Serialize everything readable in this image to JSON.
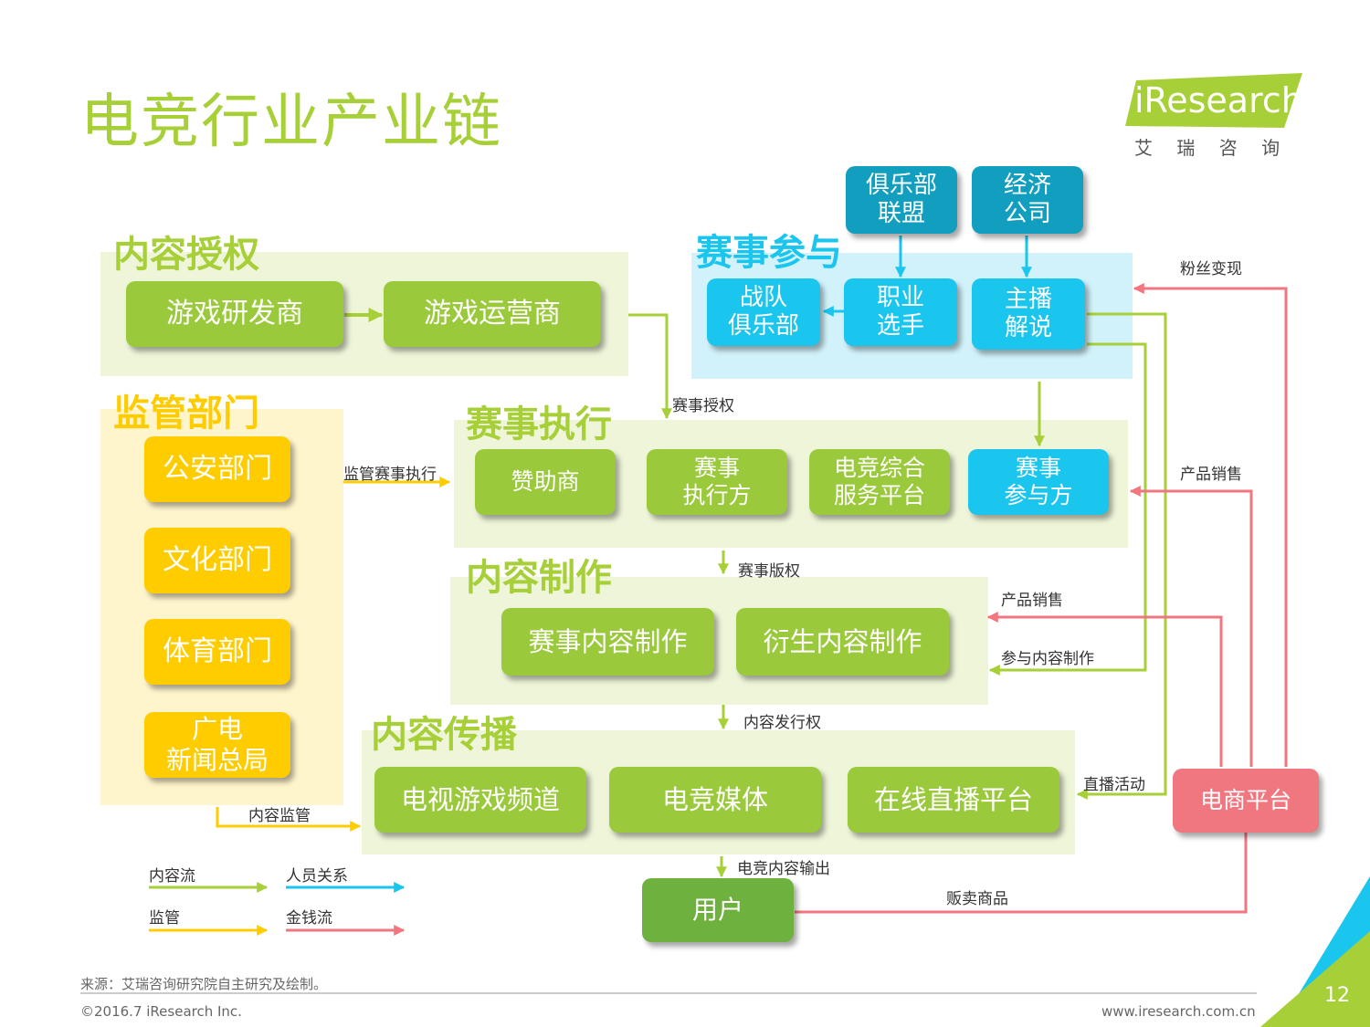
{
  "title": "电竞行业产业链",
  "logo": {
    "brand": "iResearch",
    "subtitle": "艾 瑞 咨 询"
  },
  "sections": {
    "content_license": "内容授权",
    "regulation": "监管部门",
    "event_participation": "赛事参与",
    "event_execution": "赛事执行",
    "content_production": "内容制作",
    "content_distribution": "内容传播"
  },
  "nodes": {
    "game_developer": "游戏研发商",
    "game_operator": "游戏运营商",
    "police": "公安部门",
    "culture": "文化部门",
    "sports": "体育部门",
    "sarft": "广电\n新闻总局",
    "club_league": "俱乐部\n联盟",
    "agency": "经济\n公司",
    "team_club": "战队\n俱乐部",
    "pro_player": "职业\n选手",
    "streamer": "主播\n解说",
    "sponsor": "赞助商",
    "event_executor": "赛事\n执行方",
    "esports_service": "电竞综合\n服务平台",
    "event_participant": "赛事\n参与方",
    "event_content": "赛事内容制作",
    "derived_content": "衍生内容制作",
    "tv_channel": "电视游戏频道",
    "esports_media": "电竞媒体",
    "live_platform": "在线直播平台",
    "ecommerce": "电商平台",
    "user": "用户"
  },
  "flow_labels": {
    "event_license": "赛事授权",
    "supervise_event": "监管赛事执行",
    "event_copyright": "赛事版权",
    "content_publish": "内容发行权",
    "content_supervise": "内容监管",
    "esports_output": "电竞内容输出",
    "fan_monetize": "粉丝变现",
    "product_sales_1": "产品销售",
    "product_sales_2": "产品销售",
    "content_participate": "参与内容制作",
    "live_activity": "直播活动",
    "sell_goods": "贩卖商品"
  },
  "legend": {
    "content_flow": "内容流",
    "personnel": "人员关系",
    "supervision": "监管",
    "money_flow": "金钱流"
  },
  "colors": {
    "green_flow": "#a6cf38",
    "yellow_flow": "#ffcc00",
    "cyan_flow": "#1ac5ee",
    "pink_flow": "#f0767f"
  },
  "footer": {
    "source": "来源：艾瑞咨询研究院自主研究及绘制。",
    "copyright": "©2016.7 iResearch Inc.",
    "website": "www.iresearch.com.cn",
    "page": "12"
  }
}
